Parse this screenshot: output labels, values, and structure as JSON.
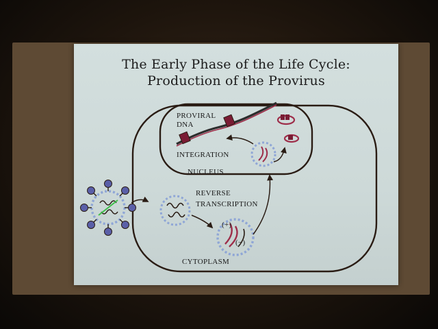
{
  "slide": {
    "title_line1": "The Early Phase of the Life Cycle:",
    "title_line2": "Production of the Provirus"
  },
  "labels": {
    "proviral_line1": "PROVIRAL",
    "proviral_line2": "DNA",
    "integration": "INTEGRATION",
    "nucleus": "NUCLEUS",
    "reverse": "REVERSE",
    "transcription": "TRANSCRIPTION",
    "plus": "(+)",
    "minus": "(−)",
    "cytoplasm": "CYTOPLASM"
  },
  "colors": {
    "dna": "#9e2e4a",
    "provirus_box": "#7a1c34",
    "envelope_dots": "#8fa6d6",
    "knob": "#5a5fa8",
    "outline": "#2a1c14"
  }
}
